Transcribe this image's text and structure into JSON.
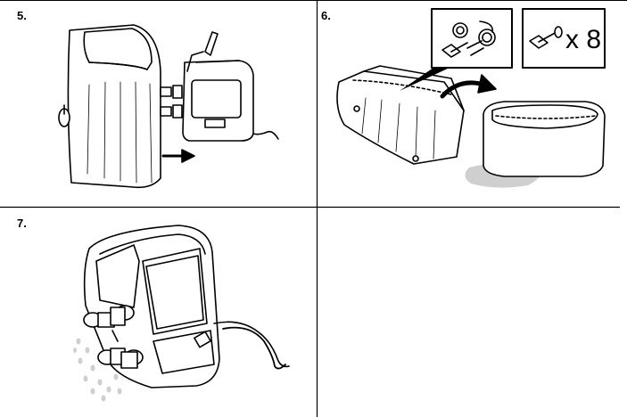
{
  "steps": [
    {
      "number": "5."
    },
    {
      "number": "6."
    },
    {
      "number": "7."
    }
  ],
  "callout": {
    "quantity": "x 8"
  },
  "colors": {
    "line": "#000000",
    "water": "#cfcfcf",
    "grid": "#000000"
  },
  "icons": [
    "spa-tub-icon",
    "pump-unit-icon",
    "arrow-icon",
    "connector-plug-icon",
    "water-drop-icon",
    "power-cord-icon"
  ]
}
